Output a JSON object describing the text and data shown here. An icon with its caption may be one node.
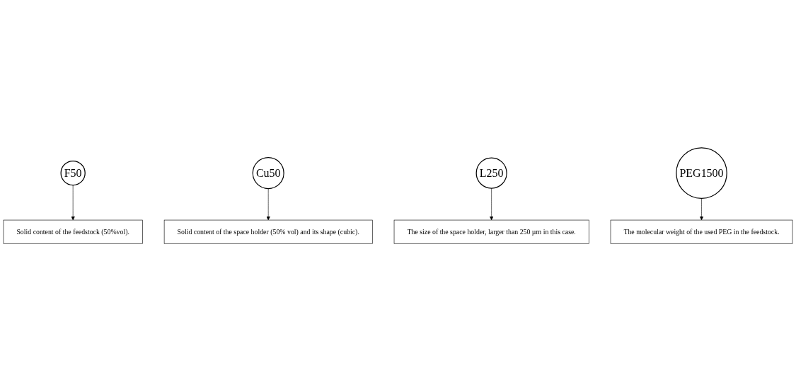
{
  "diagram": {
    "nodes": [
      {
        "text": [
          "F50"
        ]
      },
      {
        "text": [
          "Cu50"
        ]
      },
      {
        "text": [
          "L250"
        ]
      },
      {
        "text": [
          "PEG1500"
        ]
      },
      {
        "text": [
          "The molecular weight of the used PEG in the feedstock."
        ]
      },
      {
        "text": [
          "The size of the space holder, larger than 250 µm in this case."
        ]
      },
      {
        "text": [
          "Solid content of the space holder (50% vol) and its shape (cubic)."
        ]
      },
      {
        "text": [
          "Solid content of the feedstock (50%vol)."
        ]
      }
    ],
    "edges": [
      {
        "from": 0,
        "to": 7,
        "arrow": "to"
      },
      {
        "from": 1,
        "to": 6,
        "arrow": "to"
      },
      {
        "from": 2,
        "to": 5,
        "arrow": "to"
      },
      {
        "from": 3,
        "to": 4,
        "arrow": "to"
      }
    ]
  }
}
